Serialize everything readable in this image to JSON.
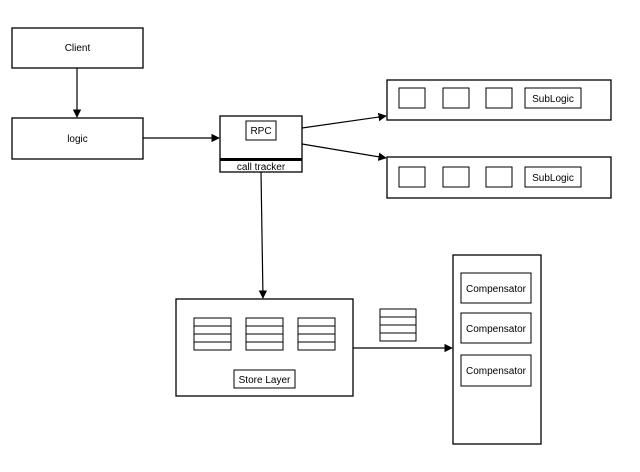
{
  "nodes": {
    "client": "Client",
    "logic": "logic",
    "rpc": "RPC",
    "call_tracker": "call tracker",
    "sublogic_1": "SubLogic",
    "sublogic_2": "SubLogic",
    "store_layer": "Store Layer",
    "compensators": [
      "Compensator",
      "Compensator",
      "Compensator"
    ]
  },
  "colors": {
    "stroke": "#000000",
    "background": "#ffffff"
  }
}
